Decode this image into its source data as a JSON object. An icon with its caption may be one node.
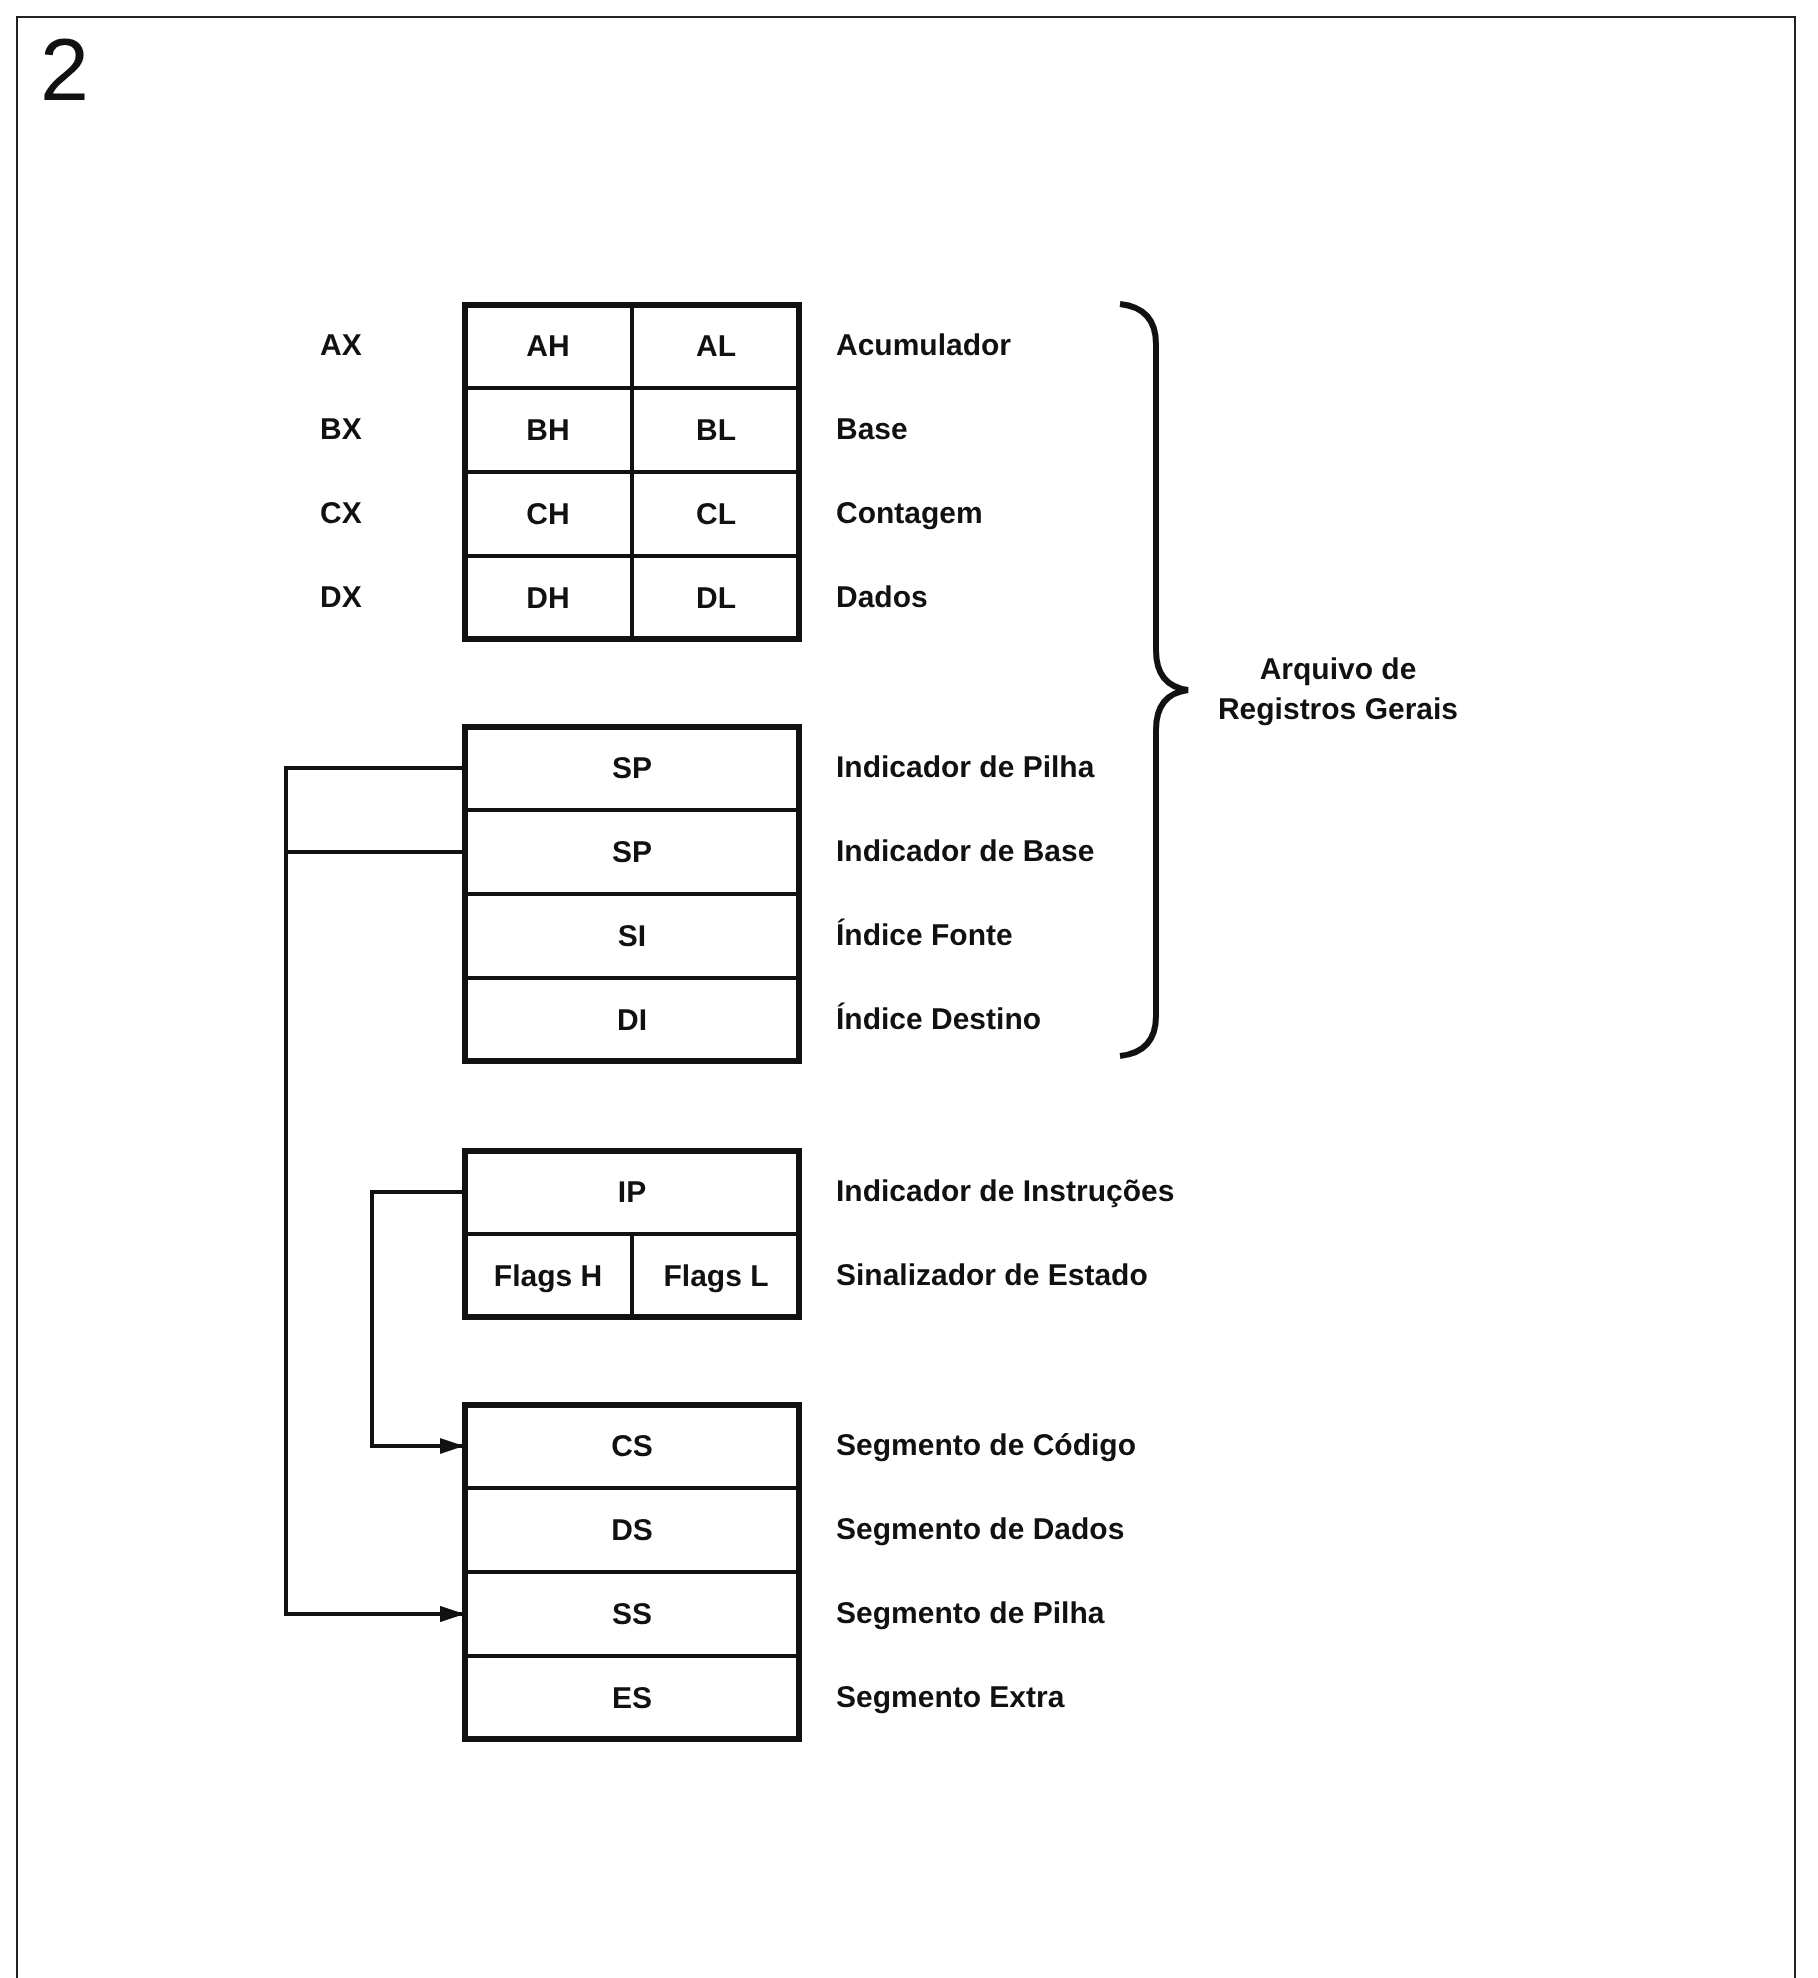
{
  "diagram": {
    "title": "2",
    "nodes": [
      {
        "text": [
          "AH"
        ]
      },
      {
        "text": [
          "AL"
        ]
      },
      {
        "text": [
          "BH"
        ]
      },
      {
        "text": [
          "BL"
        ]
      },
      {
        "text": [
          "CH"
        ]
      },
      {
        "text": [
          "CL"
        ]
      },
      {
        "text": [
          "DH"
        ]
      },
      {
        "text": [
          "DL"
        ]
      },
      {
        "text": [
          "SP"
        ]
      },
      {
        "text": [
          "SP"
        ]
      },
      {
        "text": [
          "SI"
        ]
      },
      {
        "text": [
          "DI"
        ]
      },
      {
        "text": [
          "IP"
        ]
      },
      {
        "text": [
          "Flags H"
        ]
      },
      {
        "text": [
          "Flags L"
        ]
      },
      {
        "text": [
          "CS"
        ]
      },
      {
        "text": [
          "DS"
        ]
      },
      {
        "text": [
          "SS"
        ]
      },
      {
        "text": [
          "ES"
        ]
      }
    ],
    "edges": [
      {
        "from": 8,
        "to": 17,
        "arrow": "to"
      },
      {
        "from": 9,
        "to": 17,
        "arrow": "to"
      },
      {
        "from": 12,
        "to": 15,
        "arrow": "to"
      }
    ],
    "labels": [
      "AX",
      "Acumulador",
      "BX",
      "Base",
      "CX",
      "Contagem",
      "DX",
      "Dados",
      "Arquivo de Registros Gerais",
      "Indicador de Pilha",
      "Indicador de Base",
      "Índice Fonte",
      "Índice Destino",
      "Indicador de Instruções",
      "Sinalizador de Estado",
      "Segmento de Código",
      "Segmento de Dados",
      "Segmento de Pilha",
      "Segmento Extra"
    ]
  }
}
